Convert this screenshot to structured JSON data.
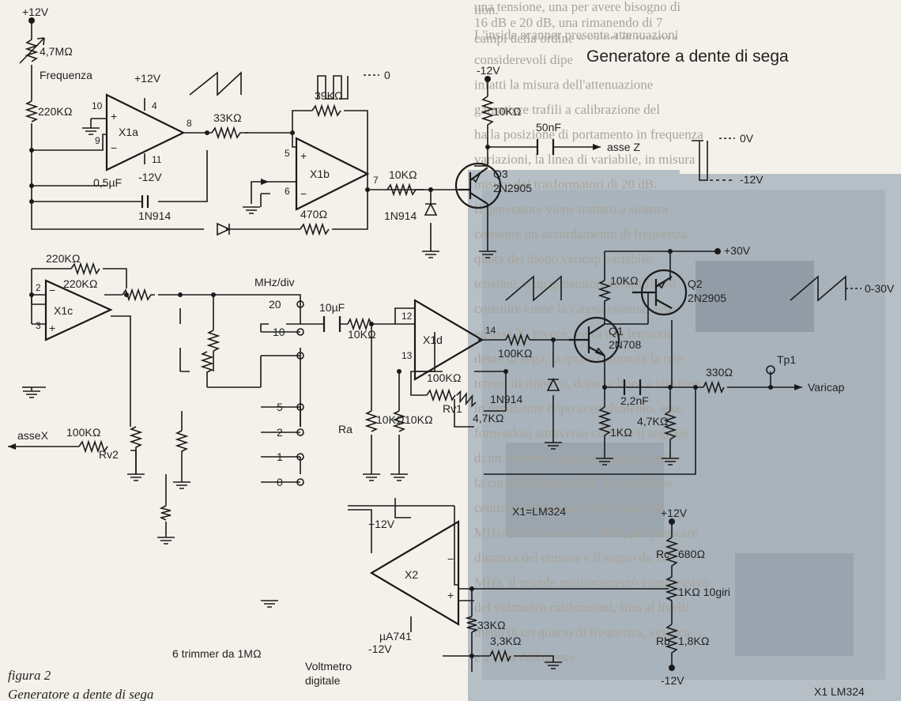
{
  "title": "Generatore a dente di sega",
  "caption": {
    "figure": "figura 2",
    "subtitle": "Generatore a dente di sega"
  },
  "chip_note": "X1=LM324",
  "chip_note_corner": "X1 LM324",
  "trimmer_note": "6 trimmer da 1MΩ",
  "rails": {
    "plus12": "+12V",
    "minus12": "-12V",
    "plus30": "+30V"
  },
  "opamps": {
    "x1a": "X1a",
    "x1b": "X1b",
    "x1c": "X1c",
    "x1d": "X1d",
    "x2": "X2",
    "x2_type": "µA741"
  },
  "transistors": {
    "q3": {
      "name": "Q3",
      "type": "2N2905"
    },
    "q1": {
      "name": "Q1",
      "type": "2N708"
    },
    "q2": {
      "name": "Q2",
      "type": "2N2905"
    }
  },
  "components": {
    "r_freq": "4,7MΩ",
    "freq_label": "Frequenza",
    "r220a": "220KΩ",
    "r33k_a": "33KΩ",
    "r39k": "39KΩ",
    "c05": "0,5µF",
    "d1": "1N914",
    "r470": "470Ω",
    "r10k_q3": "10KΩ",
    "r10k_b": "10KΩ",
    "d2": "1N914",
    "c50n": "50nF",
    "asse_z": "asse Z",
    "r220b": "220KΩ",
    "r220c": "220KΩ",
    "mhz": "MHz/div",
    "c10u": "10µF",
    "r10k_d": "10KΩ",
    "r100k_q1": "100KΩ",
    "r100k_rv1": "100KΩ",
    "rv1": "Rv1",
    "r47k_fb": "4,7KΩ",
    "d3": "1N914",
    "ra": "Ra",
    "ra_val": "10KΩ",
    "r10k_g": "10KΩ",
    "assex": "asseX",
    "r100k_x": "100KΩ",
    "rv2": "Rv2",
    "r10k_q1c": "10KΩ",
    "c22n": "2,2nF",
    "r1k": "1KΩ",
    "r47k_e": "4,7KΩ",
    "tp1": "Tp1",
    "r330": "330Ω",
    "varicap": "Varicap",
    "rc": "Rc",
    "rc_val": "680Ω",
    "pot": "1KΩ 10giri",
    "rb": "Rb",
    "rb_val": "1,8KΩ",
    "r33k_b": "33KΩ",
    "r33k_c": "3,3KΩ",
    "voltmetro": "Voltmetro",
    "digitale": "digitale"
  },
  "switch_positions": [
    "20",
    "10",
    "5",
    "2",
    "1",
    "0"
  ],
  "waveform_labels": {
    "sq_zero": "0",
    "z_0v": "0V",
    "z_m12": "-12V",
    "ramp_range": "0-30V"
  },
  "pins": {
    "x1a": [
      "10",
      "9",
      "4",
      "11",
      "8"
    ],
    "x1b": [
      "5",
      "6",
      "7"
    ],
    "x1c": [
      "2",
      "3"
    ],
    "x1d": [
      "12",
      "13",
      "14"
    ]
  },
  "background_text": [
    "tion.",
    "L'inside scanner presente attenuazioni",
    "considerevoli dipendente, per ottenere",
    "infatti la misura dell'attenuazione",
    "garantisce trafili a calibrazione del",
    "ha la posizione di portamento in frequenza",
    "variazioni, la linea di variabile, in misura",
    "misure dei trasformatori di 20 dB.",
    "Il generatore viene trattato a sinistra",
    "consente un accordamento di frequenza",
    "quota del diodo varicap variabile.",
    "tensioni, e un generatore semplificato",
    "costruire come la catena esterna, asse",
    "ed asse X, invece, verrà una tensione",
    "dente di sega, la quale commuta la rete",
    "tempo di rinnovo, dopo la linea a tensione",
    "in oscillatore dopo accordamento, asse",
    "fornendosi attraverso con atte il segnale",
    "di un voltmetro digitale, quello a volte",
    "la curva del generatore. La posizione",
    "centrale del cursore mette a zero un",
    "MHz/div nella scala 1 MHz, per praticare",
    "distanza del cursore e il segno da 10",
    "MHz, il grande miglioramento complessivo",
    "del voltmetro calibrazioni, fino ai livelli",
    "meno di un quarto di frequenza, verifica",
    "e a cura dell'utente."
  ],
  "background_text_top": [
    "una tensione, una per avere bisogno di",
    "16 dB e 20 dB, una rimanendo di 7",
    "campi della ordine e valori di potenza"
  ]
}
